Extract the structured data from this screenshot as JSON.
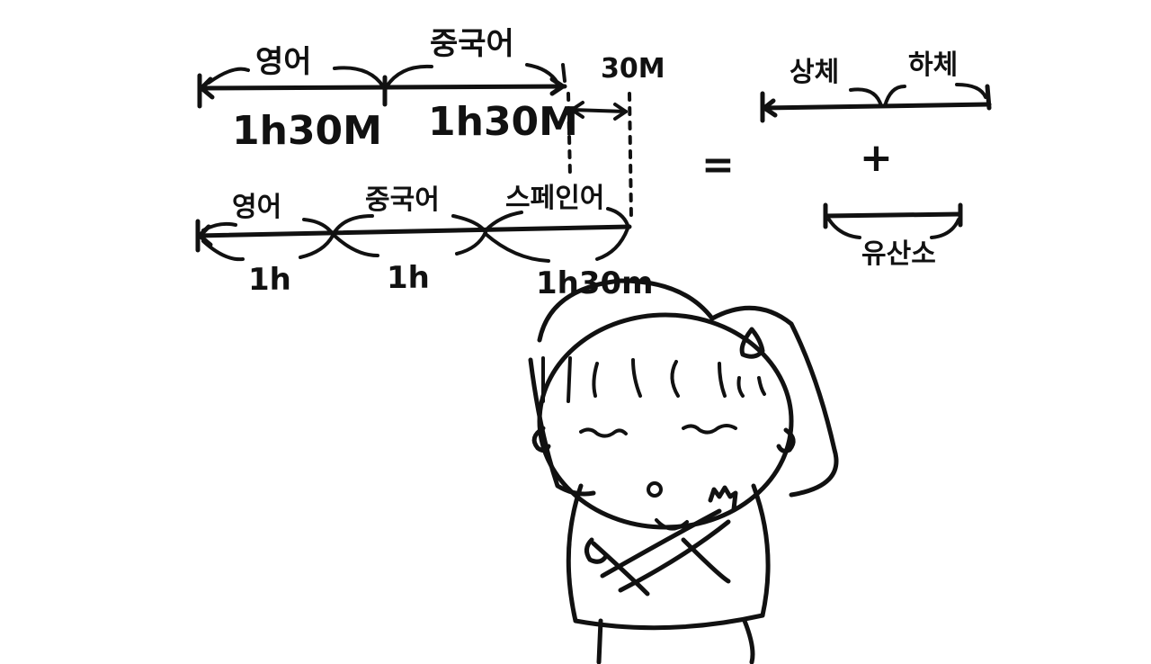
{
  "ink_color": "#111111",
  "background_color": "#ffffff",
  "diagram": {
    "top_row": {
      "segments": [
        {
          "subject": "영어",
          "duration": "1h30M"
        },
        {
          "subject": "중국어",
          "duration": "1h30M"
        }
      ],
      "extra_time": "30M"
    },
    "bottom_row": {
      "segments": [
        {
          "subject": "영어",
          "duration": "1h"
        },
        {
          "subject": "중국어",
          "duration": "1h"
        },
        {
          "subject": "스페인어",
          "duration": "1h30m"
        }
      ]
    },
    "equals": "=",
    "right_side": {
      "top_segments": [
        "상체",
        "하체"
      ],
      "plus": "+",
      "bottom_label": "유산소"
    }
  },
  "character": {
    "description_icon": "confused-girl-icon"
  }
}
